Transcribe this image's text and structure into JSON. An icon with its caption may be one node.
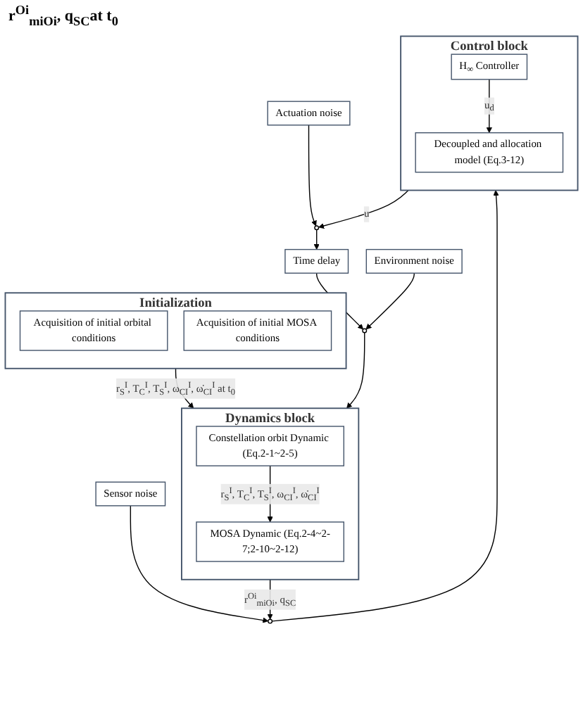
{
  "diagram": {
    "nodes": [
      {
        "text": [
          "Initialization"
        ]
      },
      {
        "text": [
          "Acquisition of initial orbital conditions"
        ],
        "in": 0
      },
      {
        "text": [
          "Acquisition of initial MOSA conditions"
        ],
        "in": 0
      },
      {
        "text": [
          "Dynamics block"
        ]
      },
      {
        "text": [
          "Constellation orbit Dynamic (Eq.2-1~2-5)"
        ],
        "in": 3
      },
      {
        "text": [
          "MOSA Dynamic (Eq.2-4~2-7;2-10~2-12)"
        ],
        "in": 3
      },
      {
        "text": [
          "Environment noise"
        ]
      },
      {
        "text": [],
        "shape": "circle"
      },
      {
        "text": [
          "Time delay"
        ]
      },
      {
        "text": [
          "Sensor noise"
        ]
      },
      {
        "text": [],
        "shape": "circle"
      },
      {
        "text": [
          "Actuation noise"
        ]
      },
      {
        "text": [],
        "shape": "circle"
      },
      {
        "text": [
          "Control block"
        ]
      },
      {
        "text": [
          "H$_{∞}$ Controller"
        ],
        "in": 13
      },
      {
        "text": [
          "Decoupled and allocation model (Eq.3-12)"
        ],
        "in": 13
      }
    ],
    "edges": [
      {
        "from": 0,
        "to": 3,
        "arrow": "to",
        "label": "r$_{S}$$^{I}$, T$_{C}$$^{I}$, T$_{S}$$^{I}$, ω$_{CI}$$^{I}$, ω̇$_{CI}$$^{I}$ at t$_{0}$"
      },
      {
        "from": 4,
        "to": 5,
        "arrow": "to",
        "label": "r$_{S}$$^{I}$, T$_{C}$$^{I}$, T$_{S}$$^{I}$, ω$_{CI}$$^{I}$, ω̇$_{CI}$$^{I}$"
      },
      {
        "from": 3,
        "to": 10,
        "arrow": "to",
        "label": "r$^{Oi}$$_{miOi}$, q$_{SC}$"
      },
      {
        "from": 9,
        "to": 10,
        "arrow": "to"
      },
      {
        "from": 10,
        "to": 13,
        "arrow": "to"
      },
      {
        "from": 14,
        "to": 15,
        "arrow": "to",
        "label": "u$_{d}$"
      },
      {
        "from": 13,
        "to": 12,
        "arrow": "to",
        "label": "u"
      },
      {
        "from": 11,
        "to": 12,
        "arrow": "to"
      },
      {
        "from": 12,
        "to": 8,
        "arrow": "to"
      },
      {
        "from": 8,
        "to": 7,
        "arrow": "to"
      },
      {
        "from": 6,
        "to": 7,
        "arrow": "to"
      },
      {
        "from": 7,
        "to": 3,
        "arrow": "to"
      }
    ],
    "labels": [
      "r$^{Oi}$$_{miOi}$, q$_{SC}$at t$_{0}$"
    ]
  }
}
